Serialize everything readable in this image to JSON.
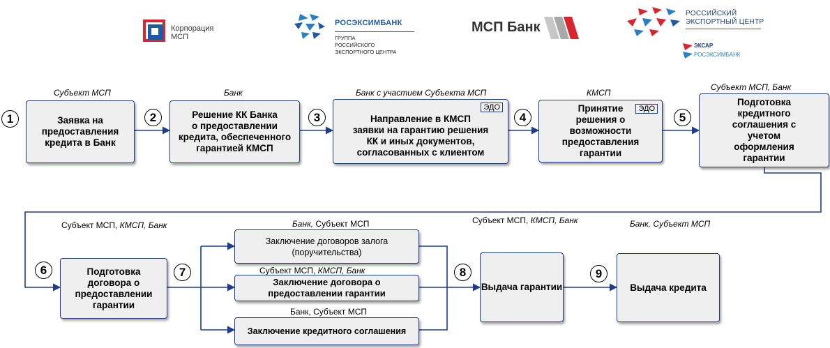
{
  "logos": {
    "corp_msp": "Корпорация\nМСП",
    "roseximbank_title": "РОСЭКСИМБАНК",
    "roseximbank_sub": "ГРУППА\nРОССИЙСКОГО\nЭКСПОРТНОГО ЦЕНТРА",
    "msp_bank": "МСП Банк",
    "rec_title": "РОССИЙСКИЙ\nЭКСПОРТНЫЙ ЦЕНТР",
    "exiar": "ЭКСАР",
    "rec_roseximbank": "РОСЭКСИМБАНК"
  },
  "steps": [
    {
      "num": "1",
      "actor": "Субъект МСП",
      "text": "Заявка на\nпредоставления\nкредита в Банк"
    },
    {
      "num": "2",
      "actor": "Банк",
      "text": "Решение КК Банка\nо предоставлении\nкредита, обеспеченного\nгарантией КМСП"
    },
    {
      "num": "3",
      "actor": "Банк с участием Субъекта МСП",
      "text": "Направление в КМСП\nзаявки на гарантию  решения\nКК и иных документов,\nсогласованных с клиентом",
      "edo": "ЭДО"
    },
    {
      "num": "4",
      "actor": "КМСП",
      "text": "Принятие\nрешения о\nвозможности\nпредоставления\nгарантии",
      "edo": "ЭДО"
    },
    {
      "num": "5",
      "actor": "Субъект МСП, Банк",
      "text": "Подготовка\nкредитного\nсоглашения с\nучетом\nоформления\nгарантии"
    },
    {
      "num": "6",
      "actor_plain": "Субъект МСП, ",
      "actor_italic": "КМСП, Банк",
      "text": "Подготовка\nдоговора о\nпредоставлении\nгарантии"
    },
    {
      "num": "7"
    },
    {
      "num": "8",
      "actor_plain": "Субъект МСП, ",
      "actor_italic": "КМСП, Банк",
      "text": "Выдача гарантии"
    },
    {
      "num": "9",
      "actor": "Банк, Субъект МСП",
      "text": "Выдача кредита"
    }
  ],
  "branches": [
    {
      "actor_italic": "Банк, ",
      "actor_plain": "Субъект МСП",
      "text": "Заключение договоров залога\n(поручительства)"
    },
    {
      "actor_plain": "Субъект МСП, ",
      "actor_italic": "КМСП, Банк",
      "text": "Заключение договора о\nпредоставлении гарантии"
    },
    {
      "actor_plain": "Банк, Субъект МСП",
      "text": "Заключение кредитного соглашения"
    }
  ],
  "colors": {
    "arrow": "#1f3c8c",
    "box_fill": "#efefef",
    "logo_red": "#d9262e",
    "logo_blue": "#1d5aa8"
  }
}
